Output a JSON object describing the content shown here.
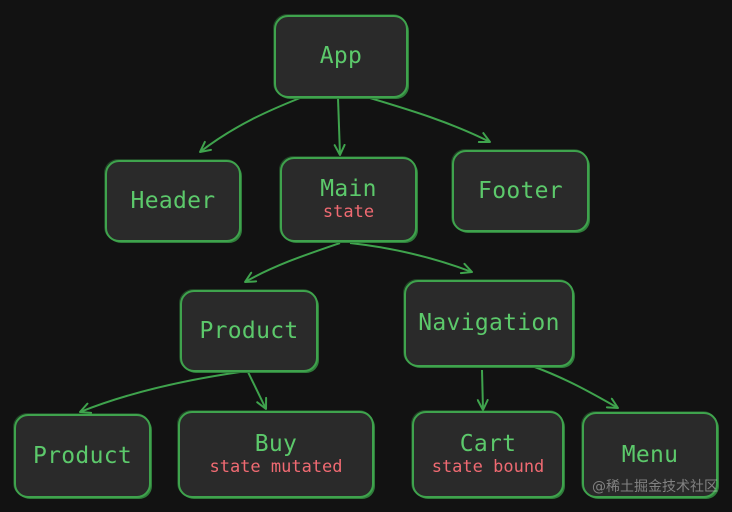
{
  "diagram": {
    "nodes": {
      "app": {
        "label": "App"
      },
      "header": {
        "label": "Header"
      },
      "main": {
        "label": "Main",
        "note": "state"
      },
      "footer": {
        "label": "Footer"
      },
      "product_group": {
        "label": "Product"
      },
      "navigation": {
        "label": "Navigation"
      },
      "product_leaf": {
        "label": "Product"
      },
      "buy": {
        "label": "Buy",
        "note": "state mutated"
      },
      "cart": {
        "label": "Cart",
        "note": "state bound"
      },
      "menu": {
        "label": "Menu"
      }
    },
    "edges": [
      {
        "from": "App",
        "to": "Header"
      },
      {
        "from": "App",
        "to": "Main"
      },
      {
        "from": "App",
        "to": "Footer"
      },
      {
        "from": "Main",
        "to": "Product"
      },
      {
        "from": "Main",
        "to": "Navigation"
      },
      {
        "from": "Product",
        "to": "Product"
      },
      {
        "from": "Product",
        "to": "Buy"
      },
      {
        "from": "Navigation",
        "to": "Cart"
      },
      {
        "from": "Navigation",
        "to": "Menu"
      }
    ],
    "colors": {
      "background": "#121212",
      "box_fill": "#2a2a2a",
      "stroke": "#3fa34d",
      "label": "#5cc96b",
      "note": "#f06a72"
    }
  },
  "watermark": "@稀土掘金技术社区"
}
